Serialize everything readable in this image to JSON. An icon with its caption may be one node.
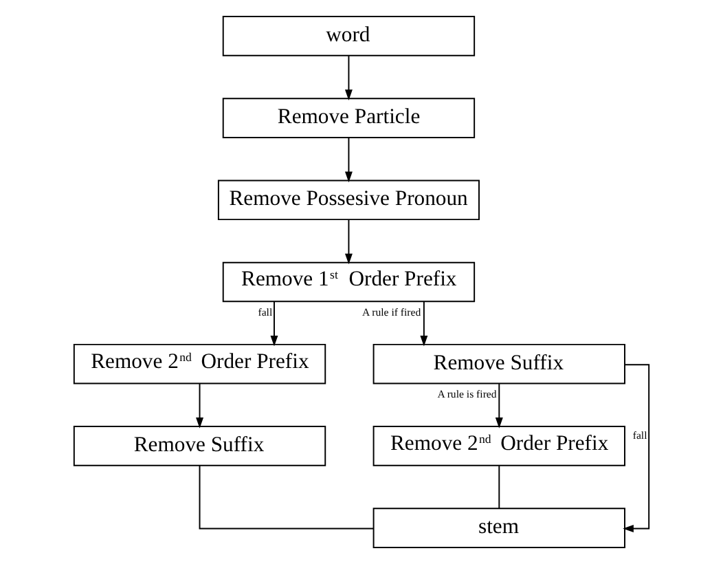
{
  "diagram": {
    "nodes": [
      {
        "text": [
          "word"
        ]
      },
      {
        "text": [
          "Remove Particle"
        ]
      },
      {
        "text": [
          "Remove Possesive Pronoun"
        ]
      },
      {
        "text": [
          "Remove 1$^{st}$ Order Prefix"
        ]
      },
      {
        "text": [
          "Remove 2$^{nd}$ Order Prefix"
        ]
      },
      {
        "text": [
          "Remove Suffix"
        ]
      },
      {
        "text": [
          "Remove Suffix"
        ]
      },
      {
        "text": [
          "Remove 2$^{nd}$ Order Prefix"
        ]
      },
      {
        "text": [
          "stem"
        ]
      }
    ],
    "edges": [
      {
        "from": 0,
        "to": 1,
        "arrow": "to"
      },
      {
        "from": 1,
        "to": 2,
        "arrow": "to"
      },
      {
        "from": 2,
        "to": 3,
        "arrow": "to"
      },
      {
        "from": 3,
        "to": 4,
        "arrow": "to",
        "label": "fall"
      },
      {
        "from": 3,
        "to": 5,
        "arrow": "to",
        "label": "A rule if fired"
      },
      {
        "from": 5,
        "to": 7,
        "arrow": "to",
        "label": "A rule is fired"
      },
      {
        "from": 4,
        "to": 6,
        "arrow": "to"
      },
      {
        "from": 6,
        "to": 8,
        "arrow": "none"
      },
      {
        "from": 7,
        "to": 8,
        "arrow": "none"
      },
      {
        "from": 5,
        "to": 8,
        "arrow": "to",
        "label": "fall"
      }
    ]
  }
}
